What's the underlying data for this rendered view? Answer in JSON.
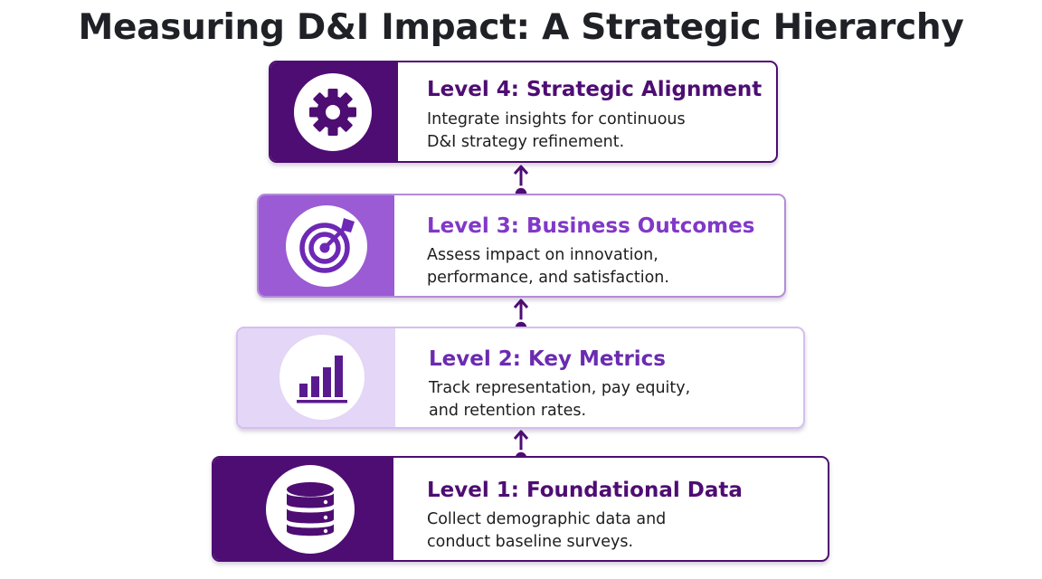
{
  "title": "Measuring D&I Impact: A Strategic Hierarchy",
  "levels": [
    {
      "heading": "Level 4: Strategic Alignment",
      "desc_line1": "Integrate insights for continuous",
      "desc_line2": "D&I strategy refinement.",
      "icon": "gear-icon",
      "accent": "#4e0d73"
    },
    {
      "heading": "Level 3: Business Outcomes",
      "desc_line1": "Assess impact on innovation,",
      "desc_line2": "performance, and satisfaction.",
      "icon": "target-icon",
      "accent": "#9b5bd4"
    },
    {
      "heading": "Level 2: Key Metrics",
      "desc_line1": "Track representation, pay equity,",
      "desc_line2": "and retention rates.",
      "icon": "bar-chart-icon",
      "accent": "#e4d6f6"
    },
    {
      "heading": "Level 1: Foundational Data",
      "desc_line1": "Collect demographic data and",
      "desc_line2": "conduct baseline surveys.",
      "icon": "database-icon",
      "accent": "#4e0d73"
    }
  ],
  "connector_icon": "arrow-up-icon"
}
